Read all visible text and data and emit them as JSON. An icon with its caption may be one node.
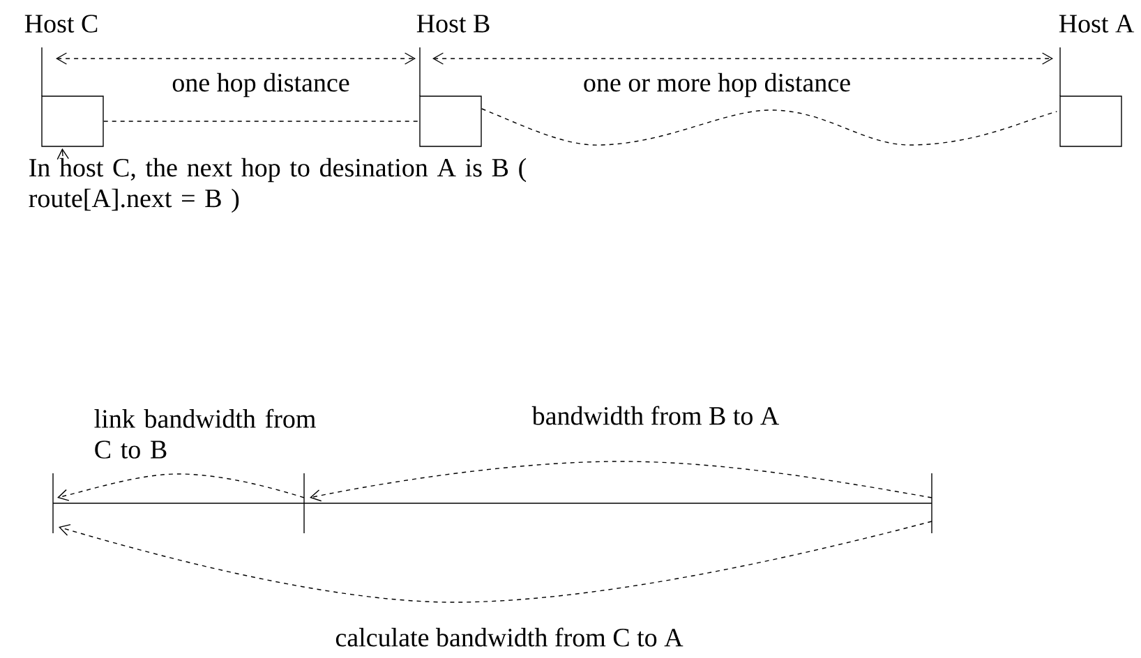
{
  "diagram": {
    "nodes": [
      {
        "text": [
          "Host  C"
        ]
      },
      {
        "text": [
          "Host  B"
        ]
      },
      {
        "text": [
          "Host  A"
        ]
      },
      {
        "text": [
          "In host C, the next hop to desination A is B ( route[A].next = B )"
        ]
      },
      {
        "text": [],
        "shape": "bar"
      },
      {
        "text": [],
        "shape": "bar"
      },
      {
        "text": [],
        "shape": "bar"
      }
    ],
    "edges": [
      {
        "from": 0,
        "to": 1,
        "arrow": "none",
        "style": "dashed"
      },
      {
        "from": 1,
        "to": 2,
        "arrow": "none",
        "style": "dashed"
      },
      {
        "from": 3,
        "to": 0,
        "arrow": "to"
      },
      {
        "from": 5,
        "to": 4,
        "arrow": "to",
        "style": "dashed",
        "label": "link bandwidth from C to B"
      },
      {
        "from": 6,
        "to": 5,
        "arrow": "to",
        "style": "dashed",
        "label": "bandwidth from B to A"
      },
      {
        "from": 6,
        "to": 4,
        "arrow": "to",
        "style": "dashed",
        "label": "calculate bandwidth from C to A"
      },
      {
        "from": 4,
        "to": 5,
        "arrow": "none"
      },
      {
        "from": 5,
        "to": 6,
        "arrow": "none"
      }
    ],
    "labels": [
      "one hop distance",
      "one or more hop distance"
    ]
  }
}
